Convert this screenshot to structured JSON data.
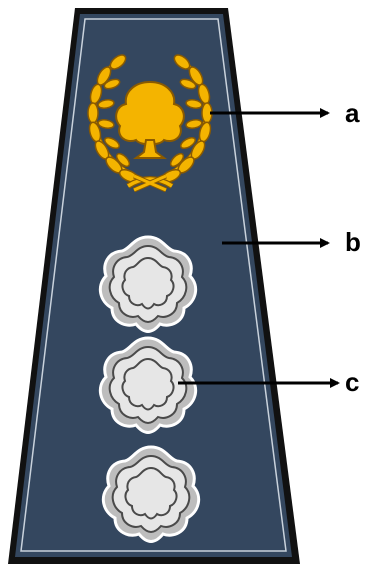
{
  "colors": {
    "board_fill": "#34475f",
    "board_outline": "#111111",
    "board_inner_line": "#c9d2dc",
    "emblem_gold": "#f4b400",
    "emblem_gold_dark": "#8a5a00",
    "star_fill": "#e6e6e6",
    "star_outline": "#4a4a4a",
    "arrow_color": "#000000"
  },
  "icons": {
    "emblem": "laurel-wreath-tree-emblem",
    "star": "rosette-star-icon"
  },
  "labels": {
    "a": "a",
    "b": "b",
    "c": "c"
  }
}
